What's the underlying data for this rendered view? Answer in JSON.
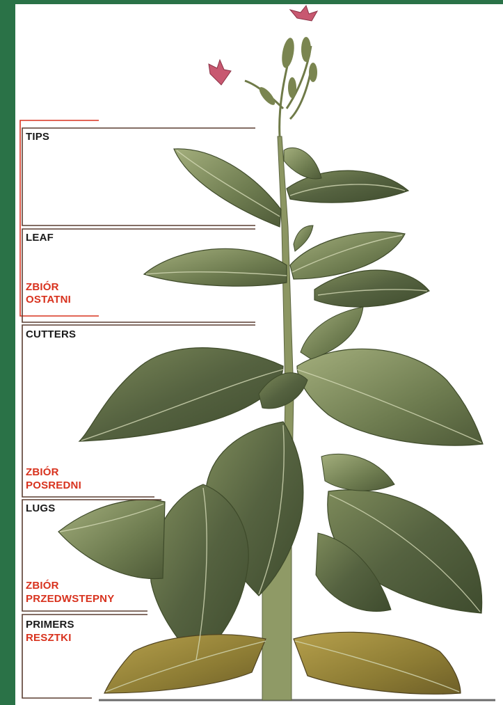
{
  "colors": {
    "frame_background": "#2a7247",
    "page_background": "#ffffff",
    "bracket_dark": "#5a3d30",
    "bracket_red": "#d8321e",
    "label_black": "#1a1a1a",
    "label_red": "#d8321e",
    "leaf_dark": "#4b5a38",
    "leaf_mid": "#6e7c50",
    "leaf_light": "#93a06c",
    "leaf_yellow": "#9a8a3a",
    "stem": "#88925e",
    "flower": "#c85870"
  },
  "zones": [
    {
      "id": "tips",
      "name": "TIPS",
      "group": ""
    },
    {
      "id": "leaf",
      "name": "LEAF",
      "group": "ZBIÓR OSTATNI"
    },
    {
      "id": "cutters",
      "name": "CUTTERS",
      "group": "ZBIÓR POSREDNI"
    },
    {
      "id": "lugs",
      "name": "LUGS",
      "group": "ZBIÓR PRZEDWSTEPNY"
    },
    {
      "id": "primers",
      "name": "PRIMERS",
      "group": "RESZTKI"
    }
  ],
  "labels": {
    "tips": "TIPS",
    "leaf": "LEAF",
    "ostatni_1": "ZBIÓR",
    "ostatni_2": "OSTATNI",
    "cutters": "CUTTERS",
    "posredni_1": "ZBIÓR",
    "posredni_2": "POSREDNI",
    "lugs": "LUGS",
    "przedwstepny_1": "ZBIÓR",
    "przedwstepny_2": "PRZEDWSTEPNY",
    "primers": "PRIMERS",
    "resztki": "RESZTKI"
  }
}
